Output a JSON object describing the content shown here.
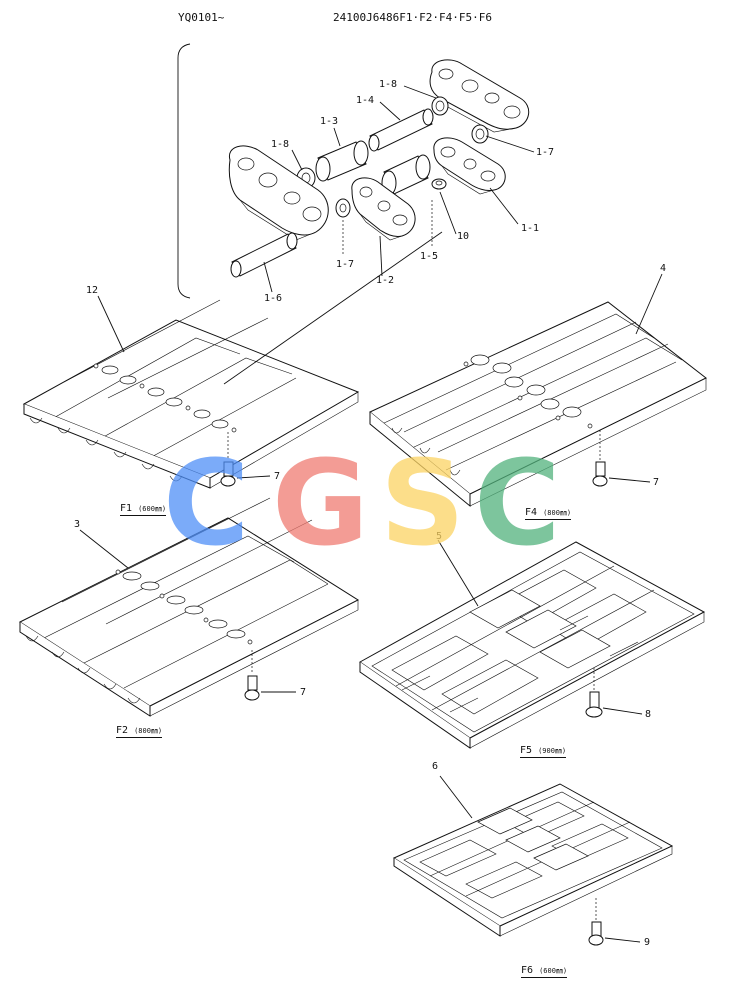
{
  "header": {
    "serial": "YQ0101~",
    "part_number": "24100J6486F1·F2·F4·F5·F6"
  },
  "callouts": {
    "c_1_1": "1-1",
    "c_1_2": "1-2",
    "c_1_3": "1-3",
    "c_1_4": "1-4",
    "c_1_5": "1-5",
    "c_1_6": "1-6",
    "c_1_7a": "1-7",
    "c_1_7b": "1-7",
    "c_1_8a": "1-8",
    "c_1_8b": "1-8",
    "c_10": "10",
    "c_12": "12",
    "c_4": "4",
    "c_3": "3",
    "c_5": "5",
    "c_6": "6",
    "c_7a": "7",
    "c_7b": "7",
    "c_7c": "7",
    "c_8": "8",
    "c_9": "9"
  },
  "captions": {
    "f1": {
      "code": "F1",
      "size": "(600㎜)"
    },
    "f2": {
      "code": "F2",
      "size": "(800㎜)"
    },
    "f4": {
      "code": "F4",
      "size": "(800㎜)"
    },
    "f5": {
      "code": "F5",
      "size": "(900㎜)"
    },
    "f6": {
      "code": "F6",
      "size": "(600㎜)"
    }
  },
  "watermark": {
    "letters": [
      "C",
      "G",
      "S",
      "C"
    ],
    "colors": [
      "#4f8ff7",
      "#f07b72",
      "#fcd464",
      "#52b27d"
    ]
  }
}
